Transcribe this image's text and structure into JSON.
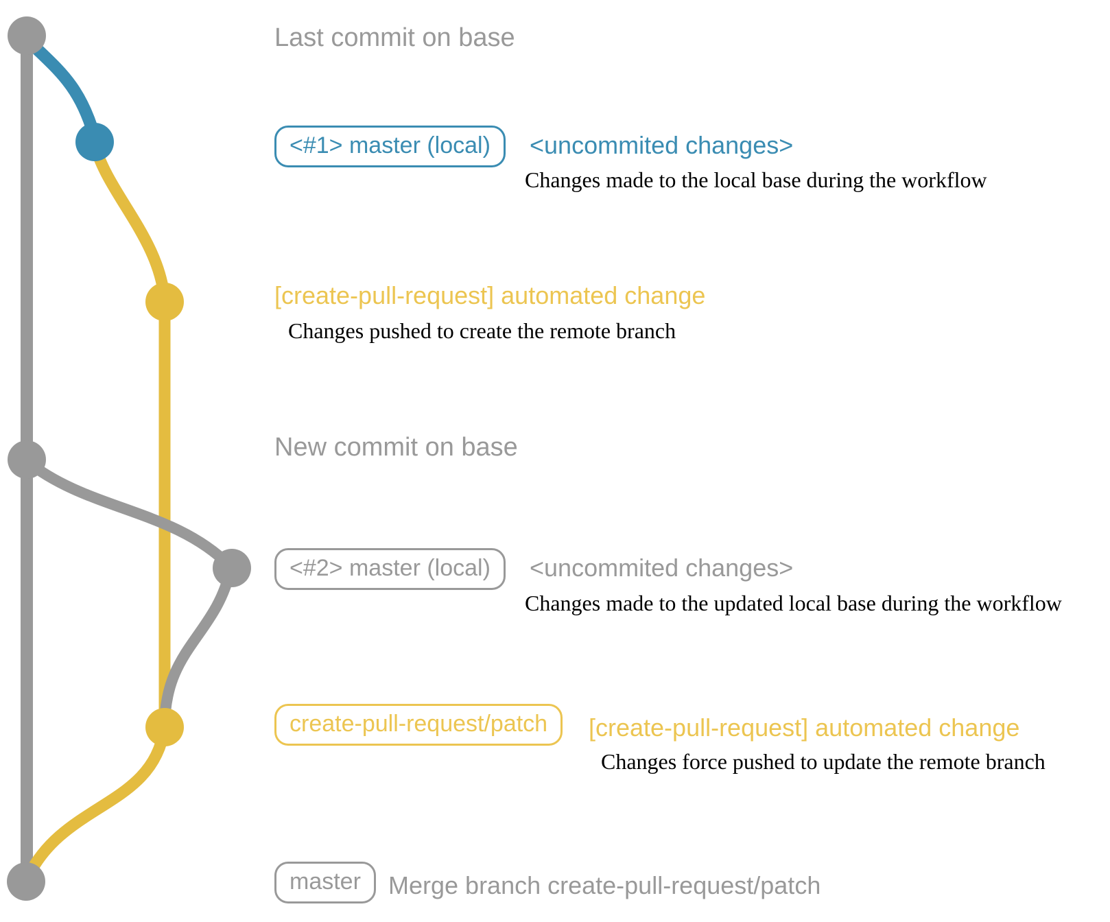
{
  "colors": {
    "gray": "#999999",
    "blue": "#3a8cb2",
    "yellow_line": "#e4bc40",
    "yellow_label": "#ecc551",
    "ink": "#000000"
  },
  "graph": {
    "commits": [
      {
        "id": "last-commit-on-base",
        "branch": "base",
        "color": "gray"
      },
      {
        "id": "uncommitted-changes-1",
        "branch": "master (local)",
        "color": "blue"
      },
      {
        "id": "automated-change-1",
        "branch": "create-pull-request/patch",
        "color": "yellow"
      },
      {
        "id": "new-commit-on-base",
        "branch": "base",
        "color": "gray"
      },
      {
        "id": "uncommitted-changes-2",
        "branch": "master (local)",
        "color": "gray"
      },
      {
        "id": "automated-change-2",
        "branch": "create-pull-request/patch",
        "color": "yellow"
      },
      {
        "id": "merge-commit",
        "branch": "base",
        "color": "gray"
      }
    ]
  },
  "annotations": {
    "row1": {
      "title": "Last commit on base"
    },
    "row2": {
      "badge": "<#1> master (local)",
      "note": "<uncommited changes>",
      "desc": "Changes made to the local base during the workflow"
    },
    "row3": {
      "headline": "[create-pull-request] automated change",
      "desc": "Changes pushed to create the remote branch"
    },
    "row4": {
      "title": "New commit on base"
    },
    "row5": {
      "badge": "<#2> master (local)",
      "note": "<uncommited changes>",
      "desc": "Changes made to the updated local base during the workflow"
    },
    "row6": {
      "badge": "create-pull-request/patch",
      "headline": "[create-pull-request] automated change",
      "desc": "Changes force pushed to update the remote branch"
    },
    "row7": {
      "badge": "master",
      "desc": "Merge branch create-pull-request/patch"
    }
  }
}
